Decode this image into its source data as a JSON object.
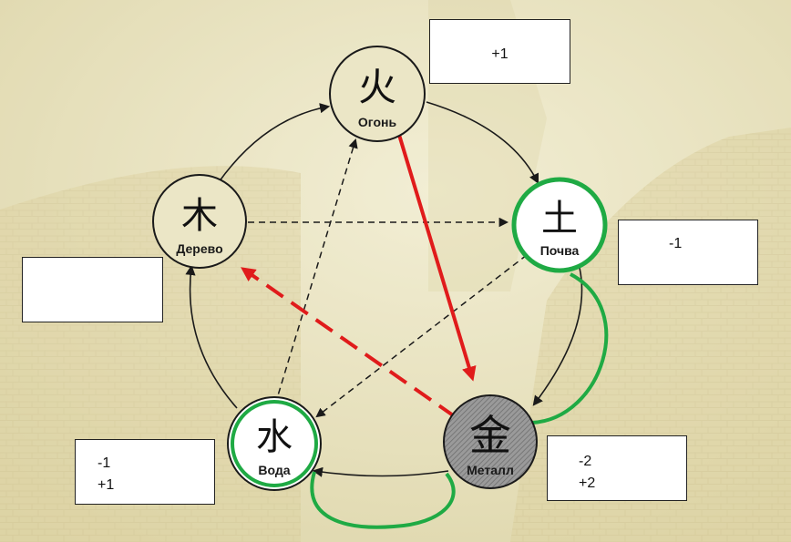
{
  "elements": {
    "fire": {
      "glyph": "火",
      "label": "Огонь"
    },
    "earth": {
      "glyph": "土",
      "label": "Почва"
    },
    "metal": {
      "glyph": "金",
      "label": "Металл"
    },
    "water": {
      "glyph": "水",
      "label": "Вода"
    },
    "wood": {
      "glyph": "木",
      "label": "Дерево"
    }
  },
  "boxes": {
    "fire": [
      "+1"
    ],
    "earth": [
      "-1"
    ],
    "wood": [],
    "water": [
      "-1",
      "+1"
    ],
    "metal": [
      "-2",
      "+2"
    ]
  },
  "colors": {
    "background": "#ece7c6",
    "cycle_arrow": "#1a1a1a",
    "highlight_arrow": "#e01b1b",
    "green_ring": "#1faa44",
    "metal_fill": "#8e8e8e"
  }
}
